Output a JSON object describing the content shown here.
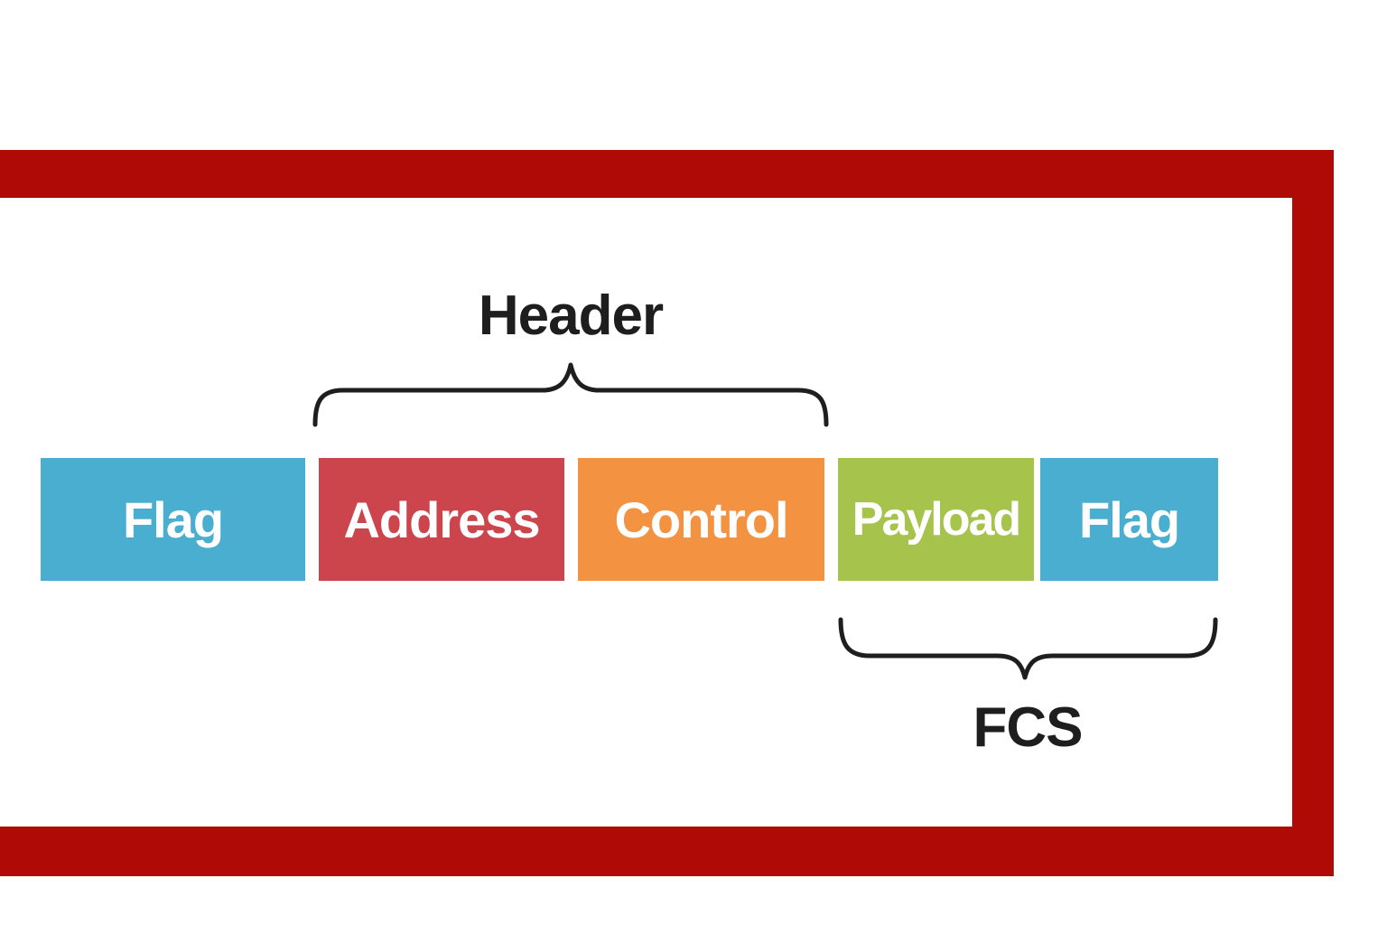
{
  "diagram": {
    "colors": {
      "frame": "#b00a06",
      "background": "#ffffff",
      "text_dark": "#1e1e1e",
      "field_text": "#ffffff"
    },
    "fields": [
      {
        "label": "Flag",
        "color": "#4aaed1"
      },
      {
        "label": "Address",
        "color": "#cd454c"
      },
      {
        "label": "Control",
        "color": "#f39240"
      },
      {
        "label": "Payload",
        "color": "#a6c34c"
      },
      {
        "label": "Flag",
        "color": "#4aaed1"
      }
    ],
    "groups": {
      "header": {
        "label": "Header"
      },
      "fcs": {
        "label": "FCS"
      }
    }
  }
}
